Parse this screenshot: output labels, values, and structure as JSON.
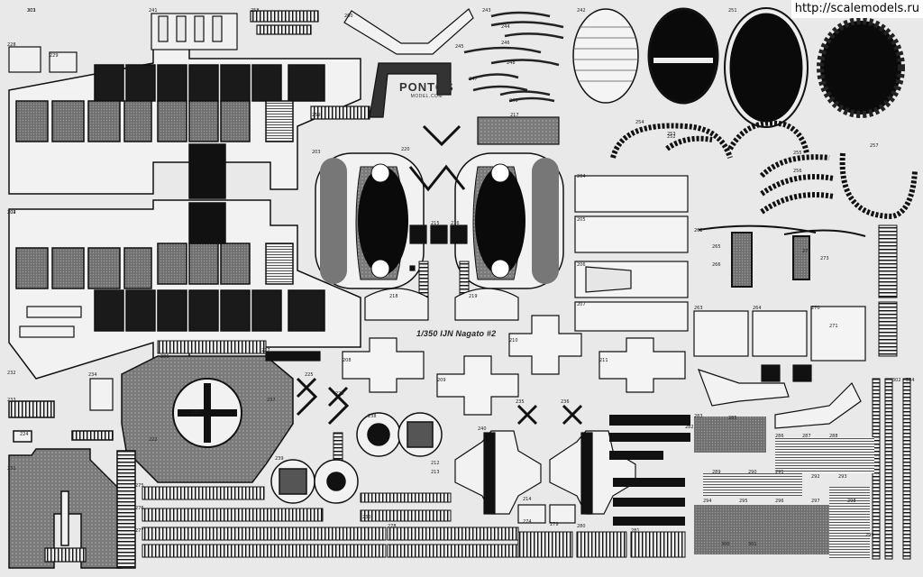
{
  "watermark": "http://scalemodels.ru",
  "fret_title": "1/350 IJN Nagato #2",
  "brand": {
    "name": "PONTOS",
    "sub": "MODEL.COM"
  },
  "part_numbers": [
    {
      "t": "201"
    },
    {
      "t": "202"
    },
    {
      "t": "228"
    },
    {
      "t": "229"
    },
    {
      "t": "241"
    },
    {
      "t": "258"
    },
    {
      "t": "260"
    },
    {
      "t": "242"
    },
    {
      "t": "243"
    },
    {
      "t": "244"
    },
    {
      "t": "245"
    },
    {
      "t": "246"
    },
    {
      "t": "247"
    },
    {
      "t": "248"
    },
    {
      "t": "249"
    },
    {
      "t": "259"
    },
    {
      "t": "217"
    },
    {
      "t": "220"
    },
    {
      "t": "203"
    },
    {
      "t": "204"
    },
    {
      "t": "205"
    },
    {
      "t": "206"
    },
    {
      "t": "207"
    },
    {
      "t": "215"
    },
    {
      "t": "216"
    },
    {
      "t": "218"
    },
    {
      "t": "219"
    },
    {
      "t": "251"
    },
    {
      "t": "252"
    },
    {
      "t": "253"
    },
    {
      "t": "254"
    },
    {
      "t": "255"
    },
    {
      "t": "256"
    },
    {
      "t": "257"
    },
    {
      "t": "262"
    },
    {
      "t": "263"
    },
    {
      "t": "264"
    },
    {
      "t": "265"
    },
    {
      "t": "266"
    },
    {
      "t": "270"
    },
    {
      "t": "271"
    },
    {
      "t": "272"
    },
    {
      "t": "273"
    },
    {
      "t": "284"
    },
    {
      "t": "208"
    },
    {
      "t": "209"
    },
    {
      "t": "210"
    },
    {
      "t": "211"
    },
    {
      "t": "221"
    },
    {
      "t": "222"
    },
    {
      "t": "223"
    },
    {
      "t": "224"
    },
    {
      "t": "225"
    },
    {
      "t": "226"
    },
    {
      "t": "227"
    },
    {
      "t": "230"
    },
    {
      "t": "231"
    },
    {
      "t": "232"
    },
    {
      "t": "233"
    },
    {
      "t": "234"
    },
    {
      "t": "235"
    },
    {
      "t": "236"
    },
    {
      "t": "237"
    },
    {
      "t": "238"
    },
    {
      "t": "239"
    },
    {
      "t": "240"
    },
    {
      "t": "212"
    },
    {
      "t": "213"
    },
    {
      "t": "214"
    },
    {
      "t": "274"
    },
    {
      "t": "275"
    },
    {
      "t": "276"
    },
    {
      "t": "277"
    },
    {
      "t": "278"
    },
    {
      "t": "279"
    },
    {
      "t": "280"
    },
    {
      "t": "281"
    },
    {
      "t": "282"
    },
    {
      "t": "283"
    },
    {
      "t": "285"
    },
    {
      "t": "286"
    },
    {
      "t": "287"
    },
    {
      "t": "288"
    },
    {
      "t": "289"
    },
    {
      "t": "290"
    },
    {
      "t": "291"
    },
    {
      "t": "292"
    },
    {
      "t": "293"
    },
    {
      "t": "294"
    },
    {
      "t": "295"
    },
    {
      "t": "296"
    },
    {
      "t": "297"
    },
    {
      "t": "298"
    },
    {
      "t": "299"
    },
    {
      "t": "300"
    },
    {
      "t": "301"
    },
    {
      "t": "302"
    },
    {
      "t": "303"
    },
    {
      "t": "304"
    }
  ],
  "colors": {
    "fret": "#e9e9e9",
    "metal": "#efefef",
    "dark": "#0a0a0a",
    "mesh": "#6d6d6d",
    "line": "#222222"
  }
}
